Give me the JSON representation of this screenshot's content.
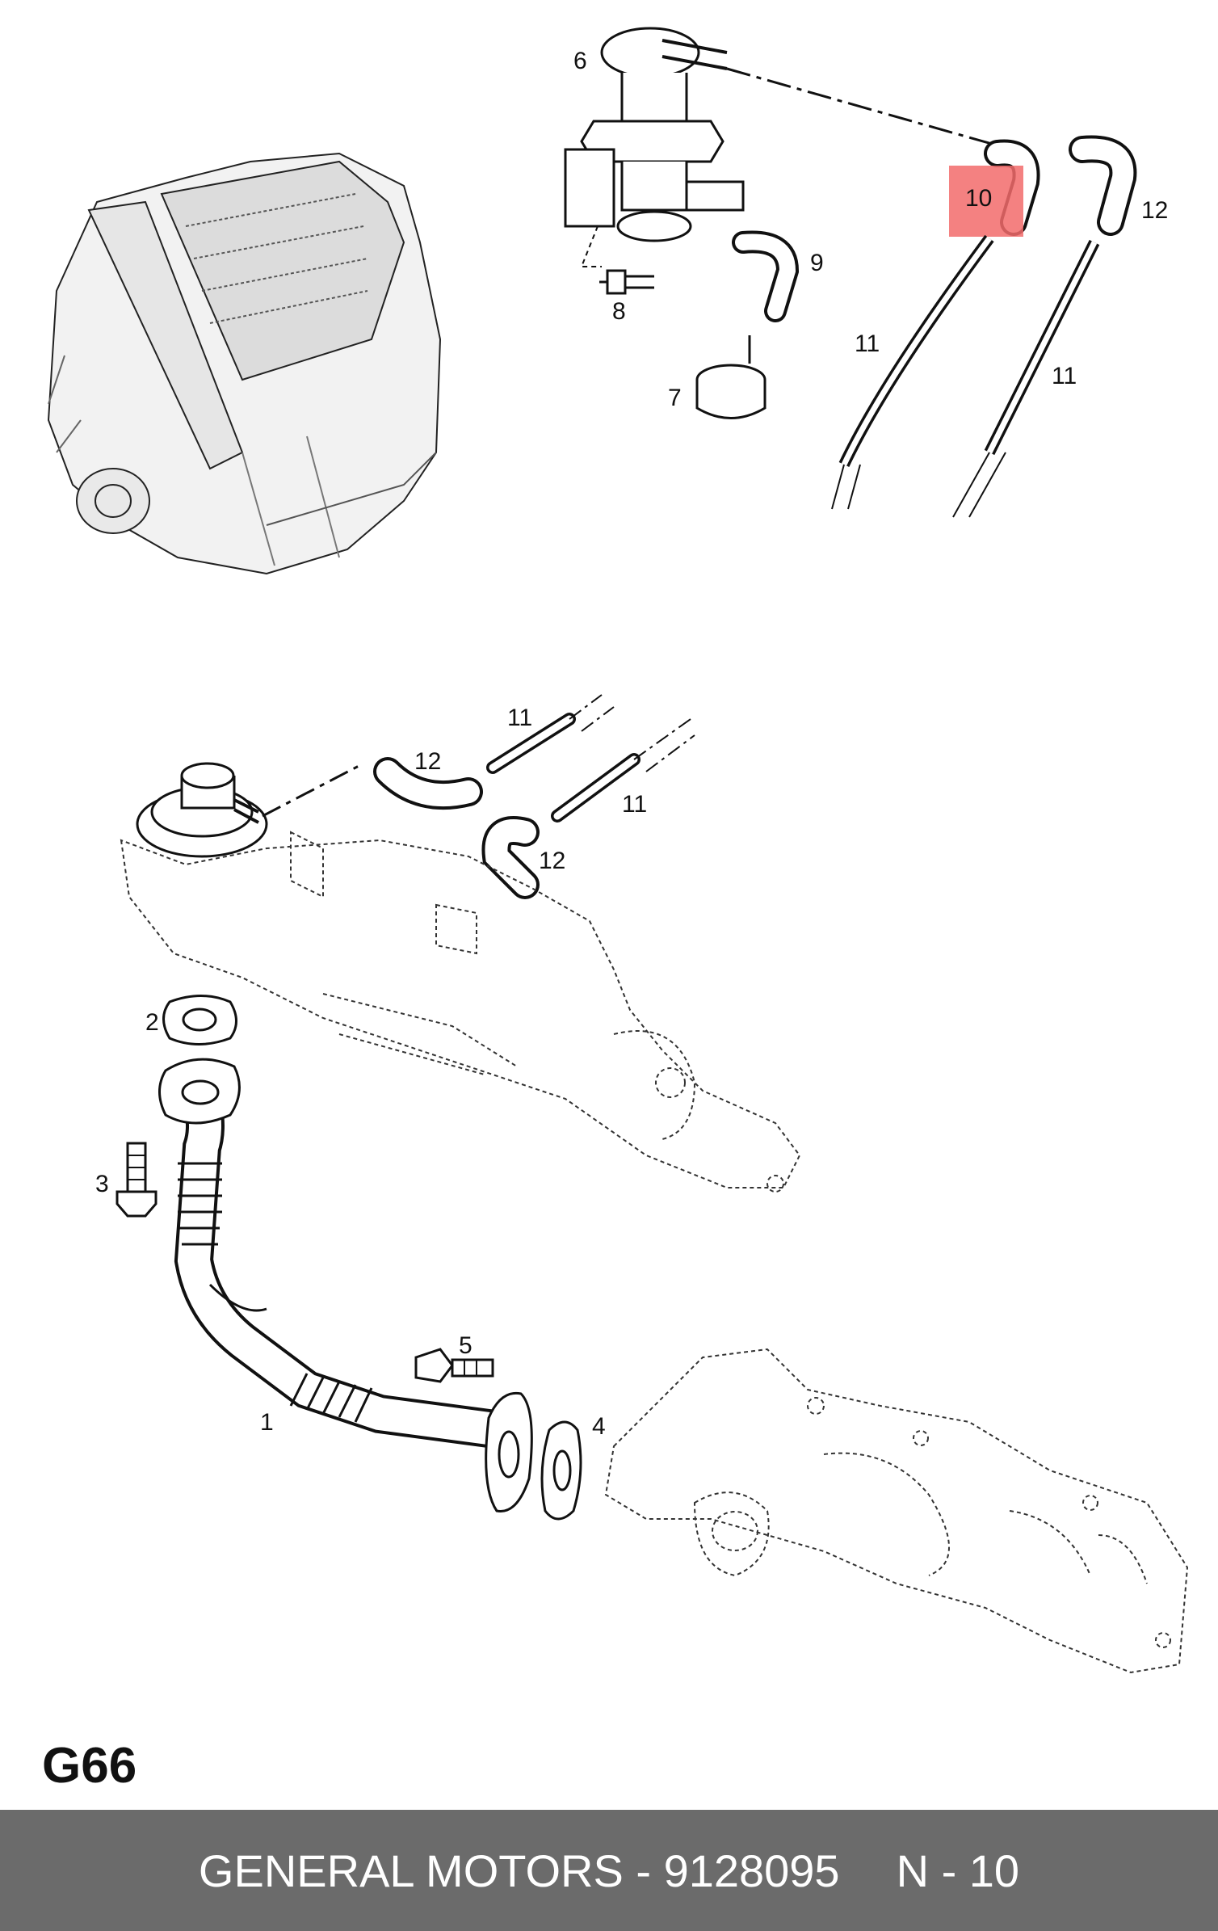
{
  "diagram": {
    "callouts": {
      "c1": "1",
      "c2": "2",
      "c3": "3",
      "c4": "4",
      "c5": "5",
      "c6": "6",
      "c7": "7",
      "c8": "8",
      "c9": "9",
      "c10": "10",
      "c11a": "11",
      "c11b": "11",
      "c11c": "11",
      "c11d": "11",
      "c12a": "12",
      "c12b": "12",
      "c12c": "12"
    },
    "highlight_color": "#f26b6b"
  },
  "code": "G66",
  "footer": {
    "part_text": "GENERAL MOTORS - 9128095",
    "number_text": "N - 10"
  },
  "colors": {
    "footer_bg": "#6b6b6b",
    "footer_text": "#ffffff"
  }
}
